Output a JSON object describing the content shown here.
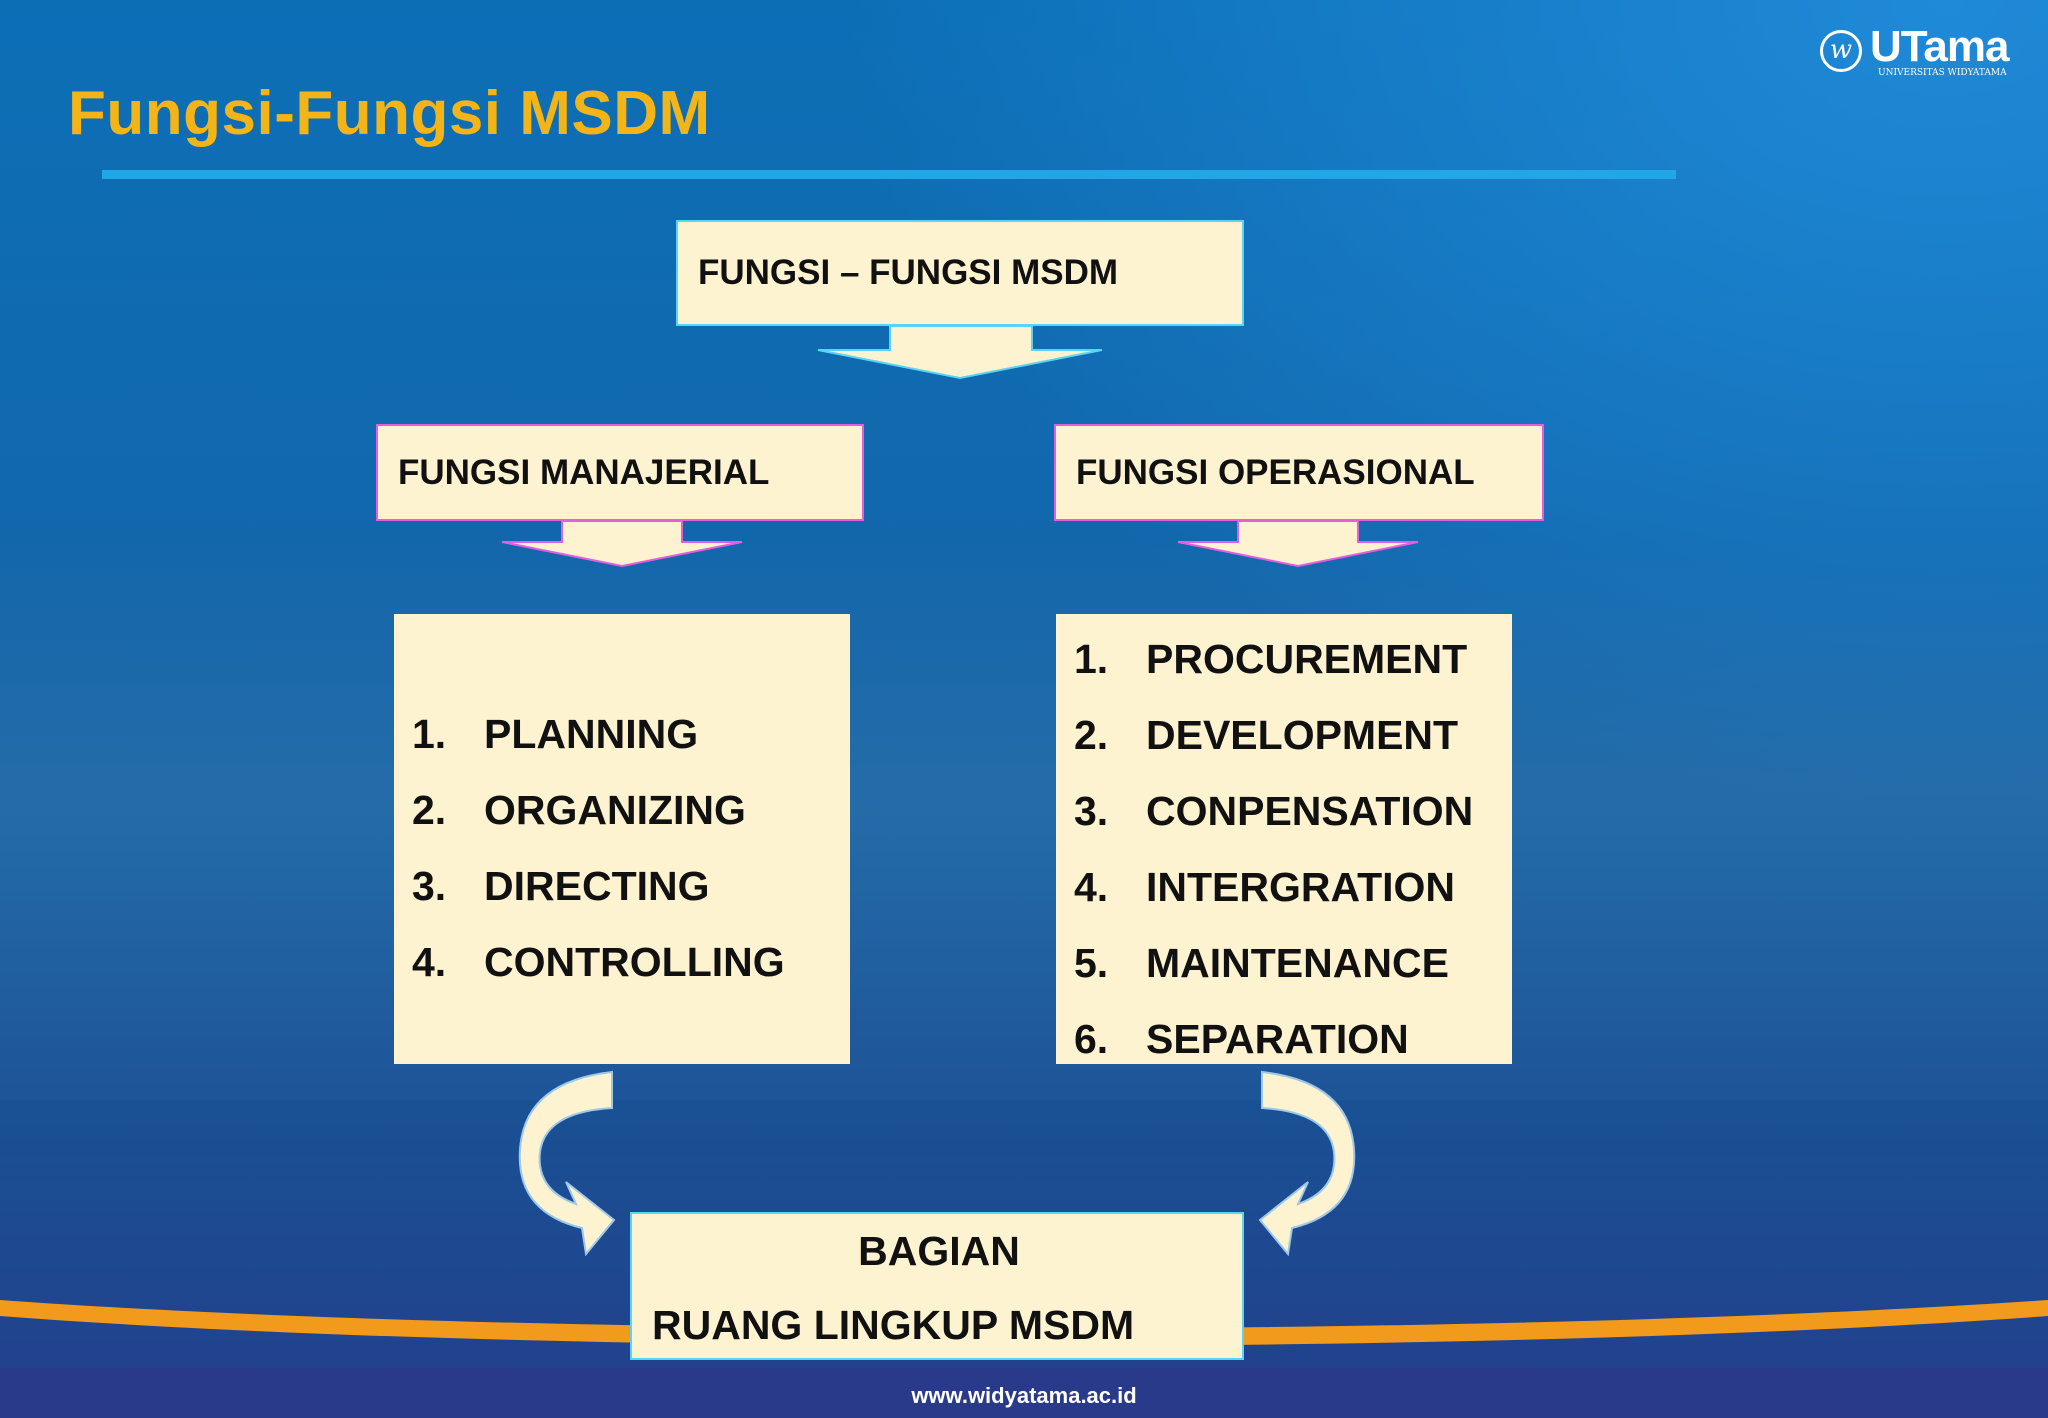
{
  "slide": {
    "title": "Fungsi-Fungsi MSDM",
    "footer": "www.widyatama.ac.id",
    "colors": {
      "title": "#f2b417",
      "rule": "#21a7e6",
      "box_fill": "#fef3d1",
      "cyan_border": "#5ad4f3",
      "magenta_border": "#e35ee0",
      "orange": "#f29a1c"
    }
  },
  "logo": {
    "mark": "w",
    "name": "UTama",
    "subtitle": "UNIVERSITAS WIDYATAMA"
  },
  "diagram": {
    "top_box": "FUNGSI – FUNGSI MSDM",
    "left": {
      "header": "FUNGSI MANAJERIAL",
      "items": [
        {
          "num": "1.",
          "label": "PLANNING"
        },
        {
          "num": "2.",
          "label": "ORGANIZING"
        },
        {
          "num": "3.",
          "label": "DIRECTING"
        },
        {
          "num": "4.",
          "label": "CONTROLLING"
        }
      ]
    },
    "right": {
      "header": "FUNGSI OPERASIONAL",
      "items": [
        {
          "num": "1.",
          "label": "PROCUREMENT"
        },
        {
          "num": "2.",
          "label": "DEVELOPMENT"
        },
        {
          "num": "3.",
          "label": "CONPENSATION"
        },
        {
          "num": "4.",
          "label": "INTERGRATION"
        },
        {
          "num": "5.",
          "label": "MAINTENANCE"
        },
        {
          "num": "6.",
          "label": "SEPARATION"
        }
      ]
    },
    "bottom_box": {
      "line1": "BAGIAN",
      "line2": "RUANG LINGKUP MSDM"
    }
  }
}
